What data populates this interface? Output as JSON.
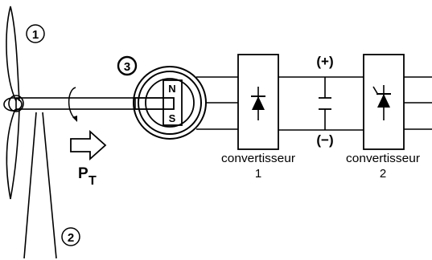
{
  "labels": {
    "blade_marker": "1",
    "tower_marker": "2",
    "generator_marker": "3",
    "magnet_north": "N",
    "magnet_south": "S",
    "power_symbol": "P",
    "power_subscript": "T",
    "dc_positive": "(+)",
    "dc_negative": "(−)",
    "converter1_line1": "convertisseur",
    "converter1_line2": "1",
    "converter2_line1": "convertisseur",
    "converter2_line2": "2"
  },
  "icons": {
    "rotation": "curved-arrow-icon",
    "power_flow": "hollow-right-arrow-icon",
    "rectifier": "diode-icon",
    "inverter": "thyristor-icon",
    "dc_link": "capacitor-icon"
  }
}
